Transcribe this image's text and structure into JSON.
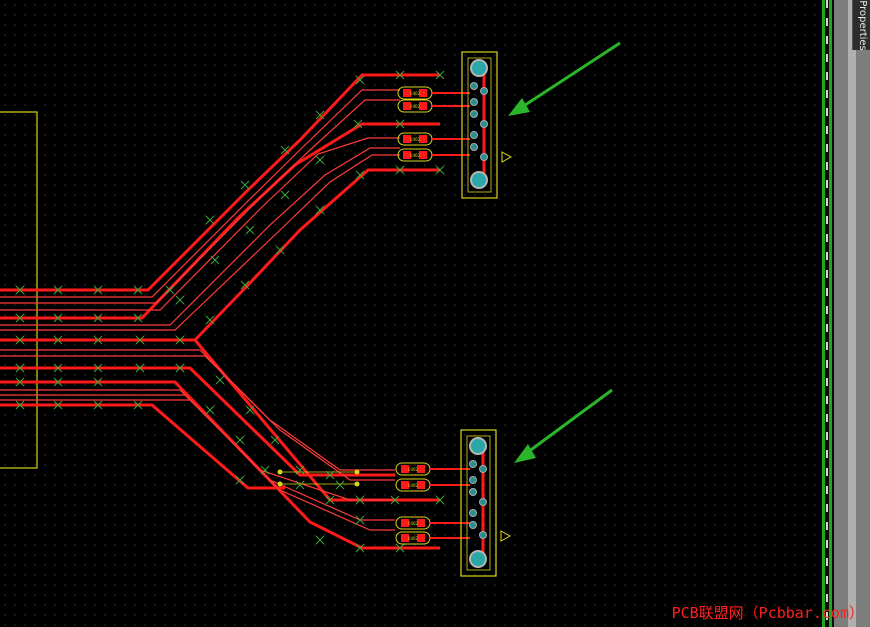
{
  "panel": {
    "tab_label": "Properties"
  },
  "components": {
    "footprint_label": "0402",
    "footprints_per_group": 4,
    "connectors": 2
  },
  "watermark": {
    "text": "PCB联盟网（Pcbbar.com）"
  },
  "colors": {
    "background": "#000000",
    "trace": "#ff1a1a",
    "silkscreen": "#d6d61e",
    "via": "#1f9e9e",
    "arrow": "#2ab52a",
    "board_edge": "#1fa81f"
  }
}
